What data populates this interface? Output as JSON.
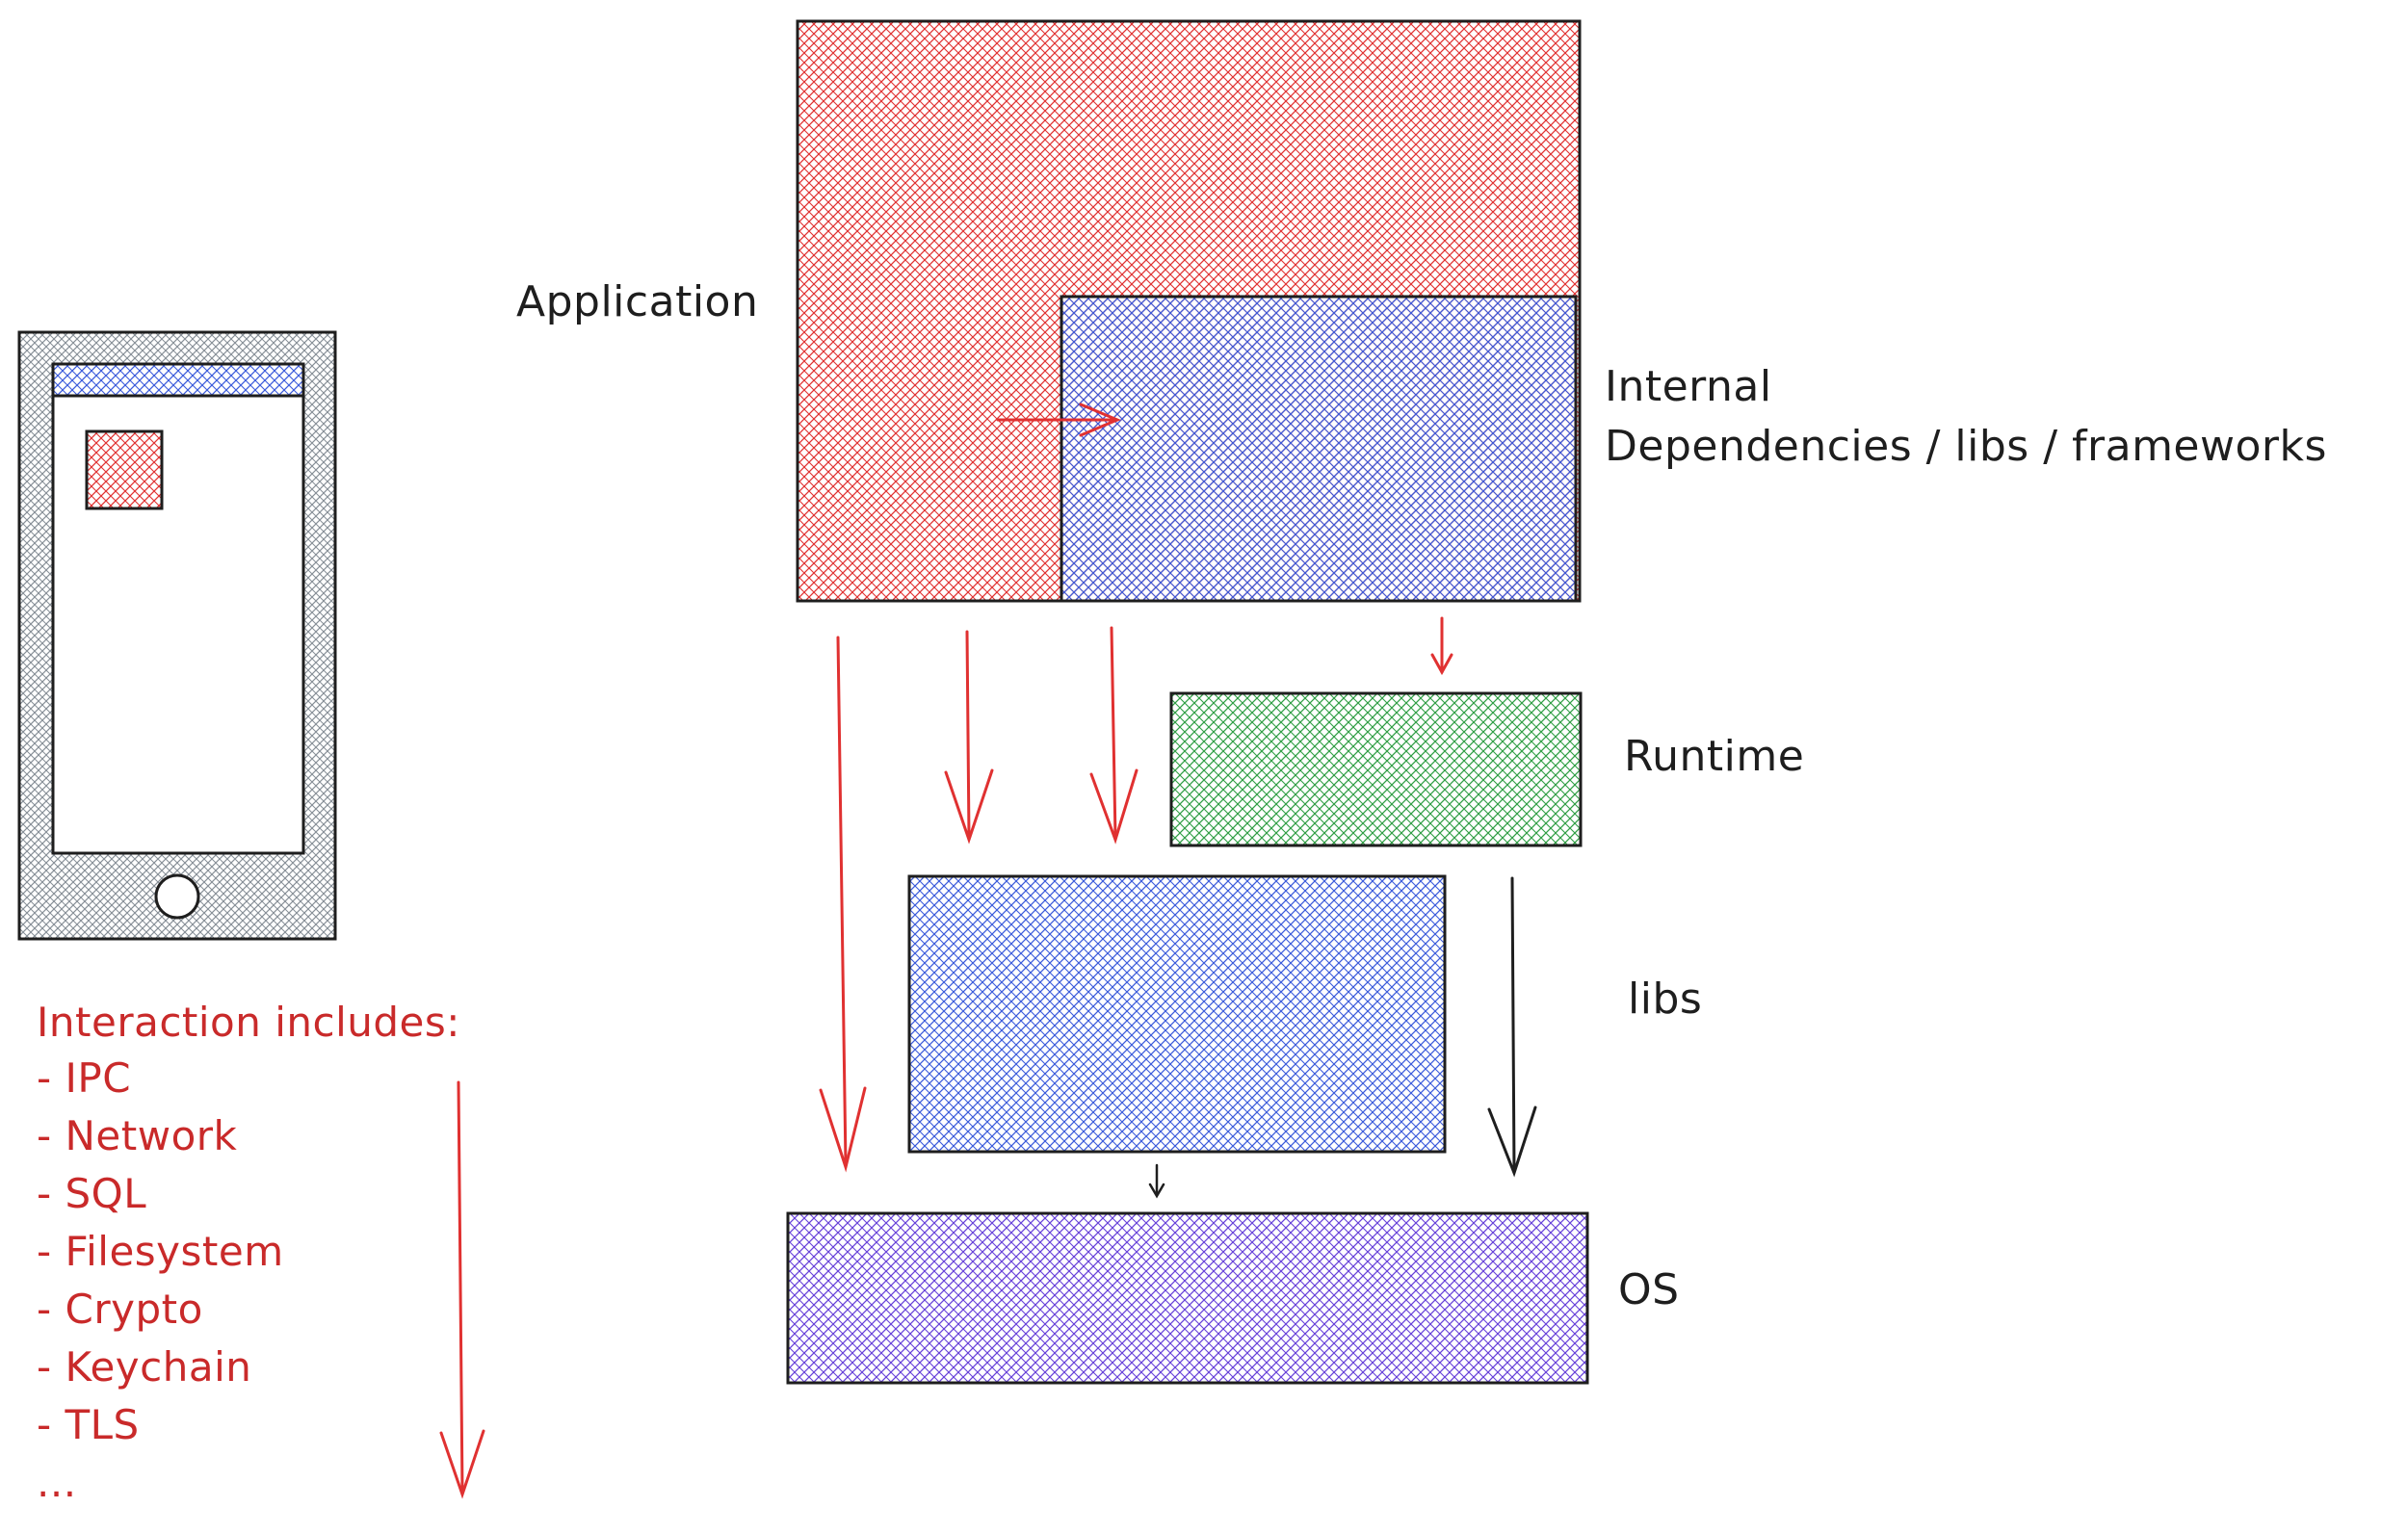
{
  "colors": {
    "stroke": "#1e1e1e",
    "red": "#e03131",
    "red_text": "#c92a2a",
    "blue": "#3b5bdb",
    "green": "#2f9e44",
    "violet": "#6741d9",
    "gray": "#868e96"
  },
  "labels": {
    "application": "Application",
    "internal": "Internal",
    "dependencies": "Dependencies / libs / frameworks",
    "runtime": "Runtime",
    "libs": "libs",
    "os": "OS"
  },
  "interaction": {
    "heading": "Interaction includes:",
    "items": [
      "- IPC",
      "- Network",
      "- SQL",
      "- Filesystem",
      "- Crypto",
      "- Keychain",
      "- TLS",
      "..."
    ]
  }
}
